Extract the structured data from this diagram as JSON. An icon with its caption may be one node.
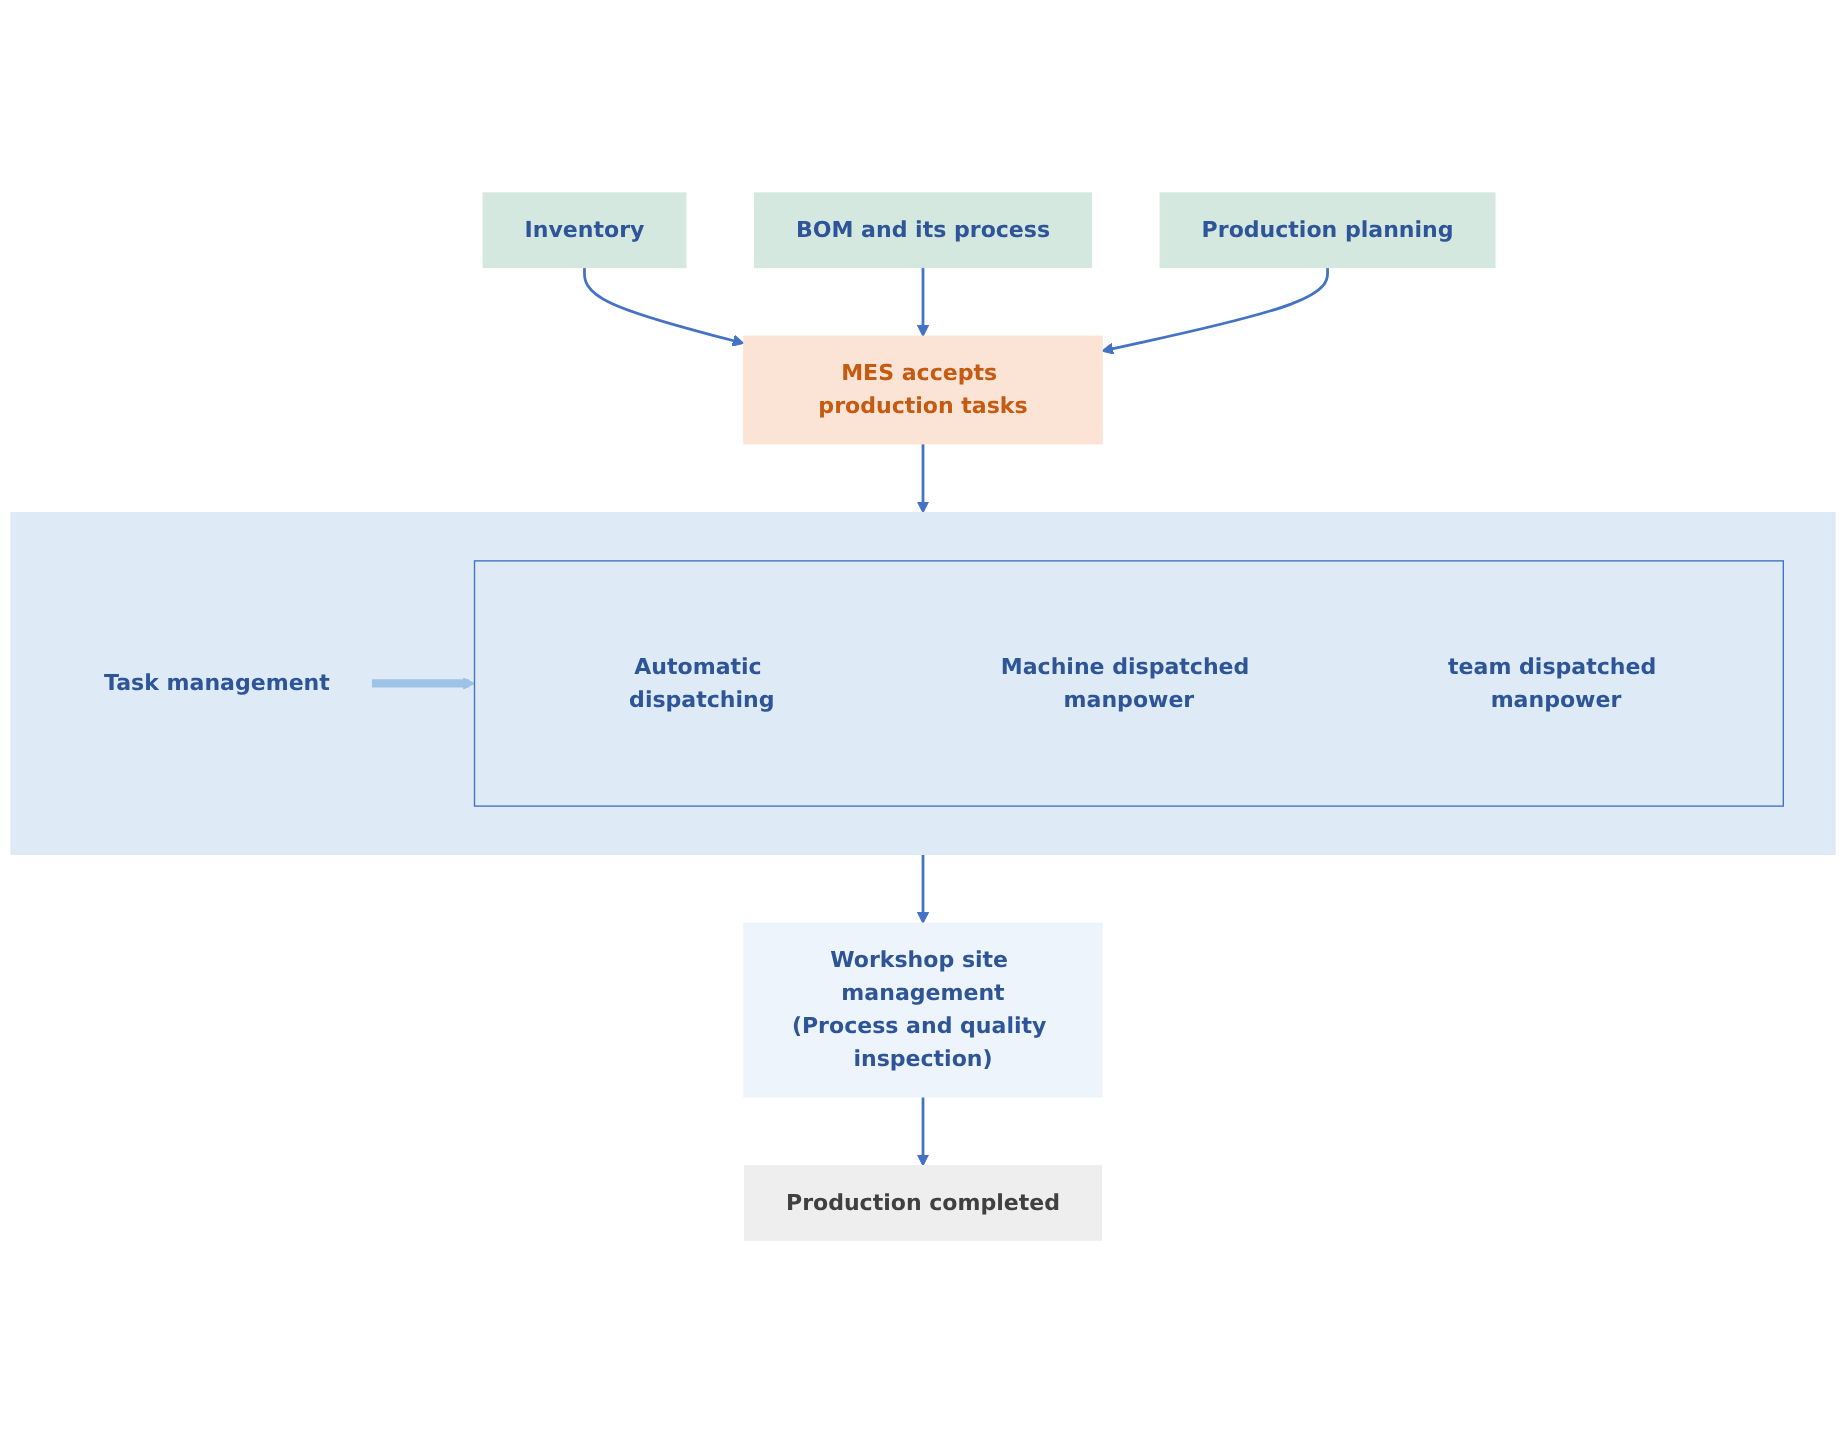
{
  "diagram": {
    "nodes": [
      {
        "text": [
          "Inventory"
        ]
      },
      {
        "text": [
          "BOM and its process"
        ]
      },
      {
        "text": [
          "Production planning"
        ]
      },
      {
        "text": [
          "MES accepts production tasks"
        ]
      },
      {
        "text": [],
        "shape": "box"
      },
      {
        "text": [
          "Task management"
        ],
        "in": 4
      },
      {
        "text": [],
        "shape": "box",
        "in": 4
      },
      {
        "text": [
          "Automatic dispatching"
        ],
        "in": 6
      },
      {
        "text": [
          "Machine dispatched manpower"
        ],
        "in": 6
      },
      {
        "text": [
          "team dispatched manpower"
        ],
        "in": 6
      },
      {
        "text": [
          "Workshop site management",
          "(Process and quality inspection)"
        ]
      },
      {
        "text": [
          "Production completed"
        ]
      }
    ],
    "edges": [
      {
        "from": 0,
        "to": 3,
        "arrow": "to"
      },
      {
        "from": 1,
        "to": 3,
        "arrow": "to"
      },
      {
        "from": 2,
        "to": 3,
        "arrow": "to"
      },
      {
        "from": 3,
        "to": 4,
        "arrow": "to"
      },
      {
        "from": 5,
        "to": 6,
        "arrow": "to",
        "style": "thick",
        "color": "#9dc3e6"
      },
      {
        "from": 4,
        "to": 10,
        "arrow": "to"
      },
      {
        "from": 10,
        "to": 11,
        "arrow": "to"
      }
    ]
  }
}
